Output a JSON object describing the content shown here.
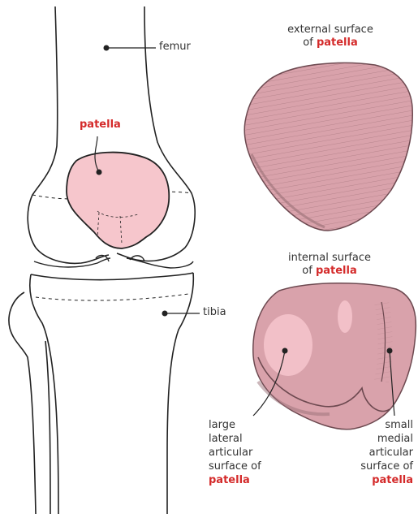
{
  "colors": {
    "accent_red": "#d42a2a",
    "bone_outline": "#222222",
    "patella_fill": "#f6c6cc",
    "specimen_fill": "#d9a2ab",
    "specimen_shadow": "#9a6f77",
    "label_text": "#333333"
  },
  "labels": {
    "femur": "femur",
    "patella": "patella",
    "tibia": "tibia",
    "external": {
      "line1": "external surface",
      "line2_prefix": "of",
      "line2_term": "patella"
    },
    "internal": {
      "line1": "internal surface",
      "line2_prefix": "of",
      "line2_term": "patella"
    },
    "large_lateral": {
      "line1": "large",
      "line2": "lateral",
      "line3": "articular",
      "line4": "surface of",
      "term": "patella"
    },
    "small_medial": {
      "line1": "small",
      "line2": "medial",
      "line3": "articular",
      "line4": "surface of",
      "term": "patella"
    }
  }
}
